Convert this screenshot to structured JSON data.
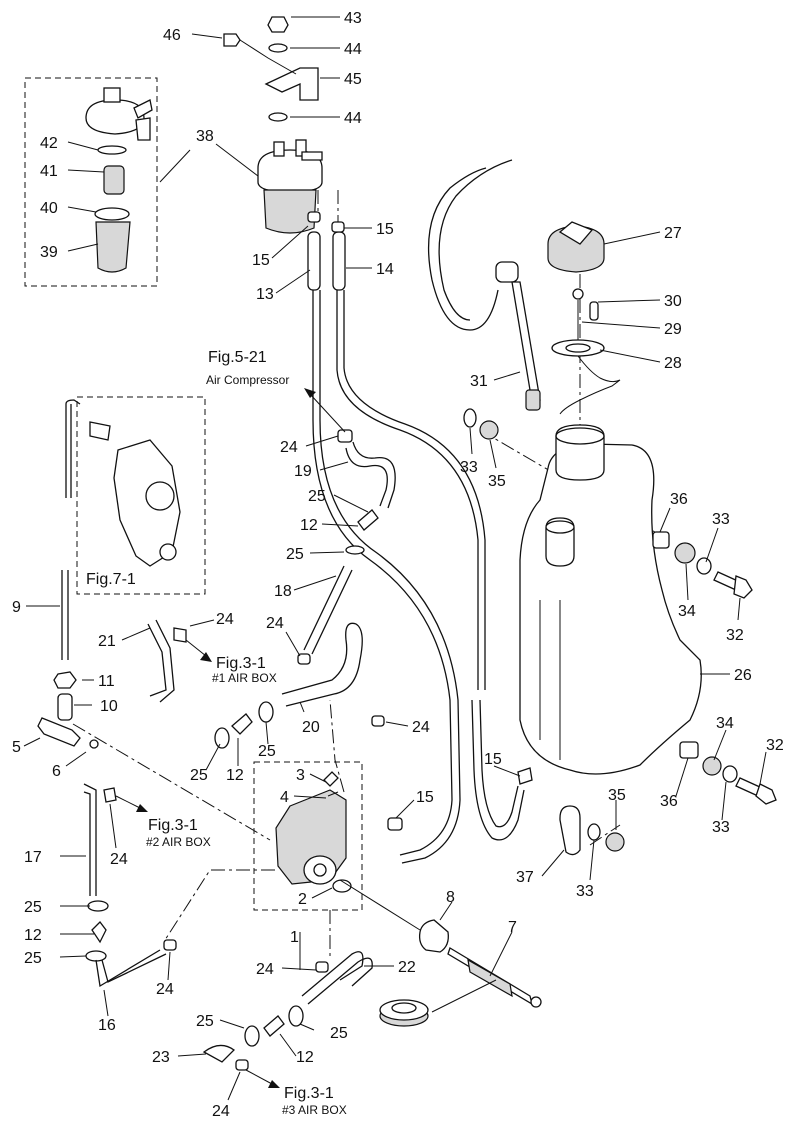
{
  "callouts": [
    {
      "id": "c43",
      "text": "43"
    },
    {
      "id": "c44a",
      "text": "44"
    },
    {
      "id": "c45",
      "text": "45"
    },
    {
      "id": "c44b",
      "text": "44"
    },
    {
      "id": "c46",
      "text": "46"
    },
    {
      "id": "c38",
      "text": "38"
    },
    {
      "id": "c42",
      "text": "42"
    },
    {
      "id": "c41",
      "text": "41"
    },
    {
      "id": "c40",
      "text": "40"
    },
    {
      "id": "c39",
      "text": "39"
    },
    {
      "id": "c15a",
      "text": "15"
    },
    {
      "id": "c15b",
      "text": "15"
    },
    {
      "id": "c14",
      "text": "14"
    },
    {
      "id": "c13",
      "text": "13"
    },
    {
      "id": "c27",
      "text": "27"
    },
    {
      "id": "c30",
      "text": "30"
    },
    {
      "id": "c29",
      "text": "29"
    },
    {
      "id": "c28",
      "text": "28"
    },
    {
      "id": "c31",
      "text": "31"
    },
    {
      "id": "c33a",
      "text": "33"
    },
    {
      "id": "c35a",
      "text": "35"
    },
    {
      "id": "c24a",
      "text": "24"
    },
    {
      "id": "c19",
      "text": "19"
    },
    {
      "id": "c25a",
      "text": "25"
    },
    {
      "id": "c12a",
      "text": "12"
    },
    {
      "id": "c25b",
      "text": "25"
    },
    {
      "id": "c18",
      "text": "18"
    },
    {
      "id": "c36a",
      "text": "36"
    },
    {
      "id": "c33b",
      "text": "33"
    },
    {
      "id": "c34a",
      "text": "34"
    },
    {
      "id": "c32a",
      "text": "32"
    },
    {
      "id": "c26",
      "text": "26"
    },
    {
      "id": "c9",
      "text": "9"
    },
    {
      "id": "c21",
      "text": "21"
    },
    {
      "id": "c24b",
      "text": "24"
    },
    {
      "id": "c24c",
      "text": "24"
    },
    {
      "id": "c11",
      "text": "11"
    },
    {
      "id": "c10",
      "text": "10"
    },
    {
      "id": "c20",
      "text": "20"
    },
    {
      "id": "c24d",
      "text": "24"
    },
    {
      "id": "c5",
      "text": "5"
    },
    {
      "id": "c6",
      "text": "6"
    },
    {
      "id": "c25c",
      "text": "25"
    },
    {
      "id": "c12b",
      "text": "12"
    },
    {
      "id": "c25d",
      "text": "25"
    },
    {
      "id": "c3",
      "text": "3"
    },
    {
      "id": "c4",
      "text": "4"
    },
    {
      "id": "c15c",
      "text": "15"
    },
    {
      "id": "c15d",
      "text": "15"
    },
    {
      "id": "c34b",
      "text": "34"
    },
    {
      "id": "c32b",
      "text": "32"
    },
    {
      "id": "c36b",
      "text": "36"
    },
    {
      "id": "c33c",
      "text": "33"
    },
    {
      "id": "c35b",
      "text": "35"
    },
    {
      "id": "c17",
      "text": "17"
    },
    {
      "id": "c24e",
      "text": "24"
    },
    {
      "id": "c37",
      "text": "37"
    },
    {
      "id": "c33d",
      "text": "33"
    },
    {
      "id": "c2",
      "text": "2"
    },
    {
      "id": "c25e",
      "text": "25"
    },
    {
      "id": "c12c",
      "text": "12"
    },
    {
      "id": "c25f",
      "text": "25"
    },
    {
      "id": "c8",
      "text": "8"
    },
    {
      "id": "c1",
      "text": "1"
    },
    {
      "id": "c7",
      "text": "7"
    },
    {
      "id": "c24f",
      "text": "24"
    },
    {
      "id": "c22",
      "text": "22"
    },
    {
      "id": "c16",
      "text": "16"
    },
    {
      "id": "c24g",
      "text": "24"
    },
    {
      "id": "c25g",
      "text": "25"
    },
    {
      "id": "c12d",
      "text": "12"
    },
    {
      "id": "c25h",
      "text": "25"
    },
    {
      "id": "c23",
      "text": "23"
    },
    {
      "id": "c24h",
      "text": "24"
    }
  ],
  "references": {
    "fig5_21": {
      "title": "Fig.5-21",
      "subtitle": "Air Compressor"
    },
    "fig7_1": {
      "title": "Fig.7-1"
    },
    "fig3_1_box1": {
      "title": "Fig.3-1",
      "subtitle": "#1 AIR BOX"
    },
    "fig3_1_box2": {
      "title": "Fig.3-1",
      "subtitle": "#2 AIR BOX"
    },
    "fig3_1_box3": {
      "title": "Fig.3-1",
      "subtitle": "#3 AIR BOX"
    }
  }
}
